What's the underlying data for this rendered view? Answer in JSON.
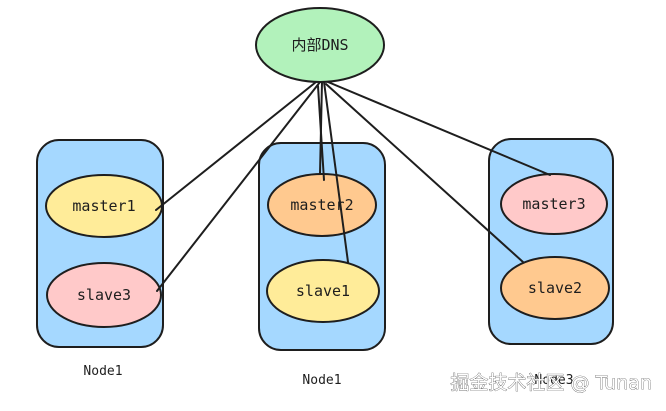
{
  "dns": {
    "label": "内部DNS",
    "color": "#b2f2bb"
  },
  "nodes": [
    {
      "label": "Node1",
      "color": "#a5d8ff",
      "instances": [
        {
          "label": "master1",
          "color": "#ffec99"
        },
        {
          "label": "slave3",
          "color": "#ffc9c9"
        }
      ]
    },
    {
      "label": "Node1",
      "color": "#a5d8ff",
      "instances": [
        {
          "label": "master2",
          "color": "#ffc98f"
        },
        {
          "label": "slave1",
          "color": "#ffec99"
        }
      ]
    },
    {
      "label": "Node3",
      "color": "#a5d8ff",
      "instances": [
        {
          "label": "master3",
          "color": "#ffc9c9"
        },
        {
          "label": "slave2",
          "color": "#ffc98f"
        }
      ]
    }
  ],
  "watermark": "掘金技术社区 @ Tunan"
}
